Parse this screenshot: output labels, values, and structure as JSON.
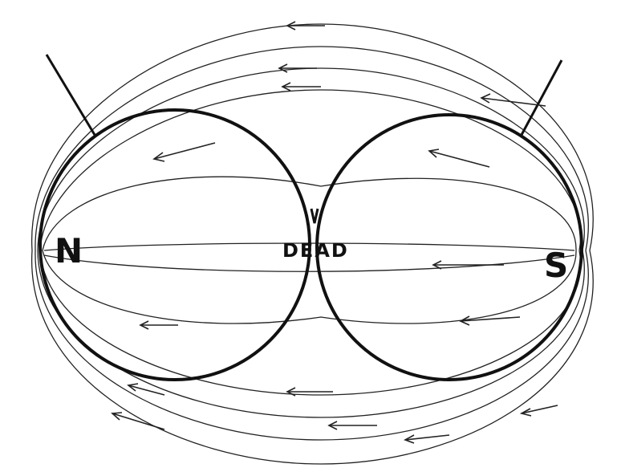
{
  "diagram": {
    "labels": {
      "north_pole": "N",
      "south_pole": "S",
      "center": "DEAD"
    },
    "colors": {
      "ink": "#111111",
      "background": "#ffffff"
    },
    "icons": {
      "field_direction_marker": "arrow-left-icon"
    }
  }
}
